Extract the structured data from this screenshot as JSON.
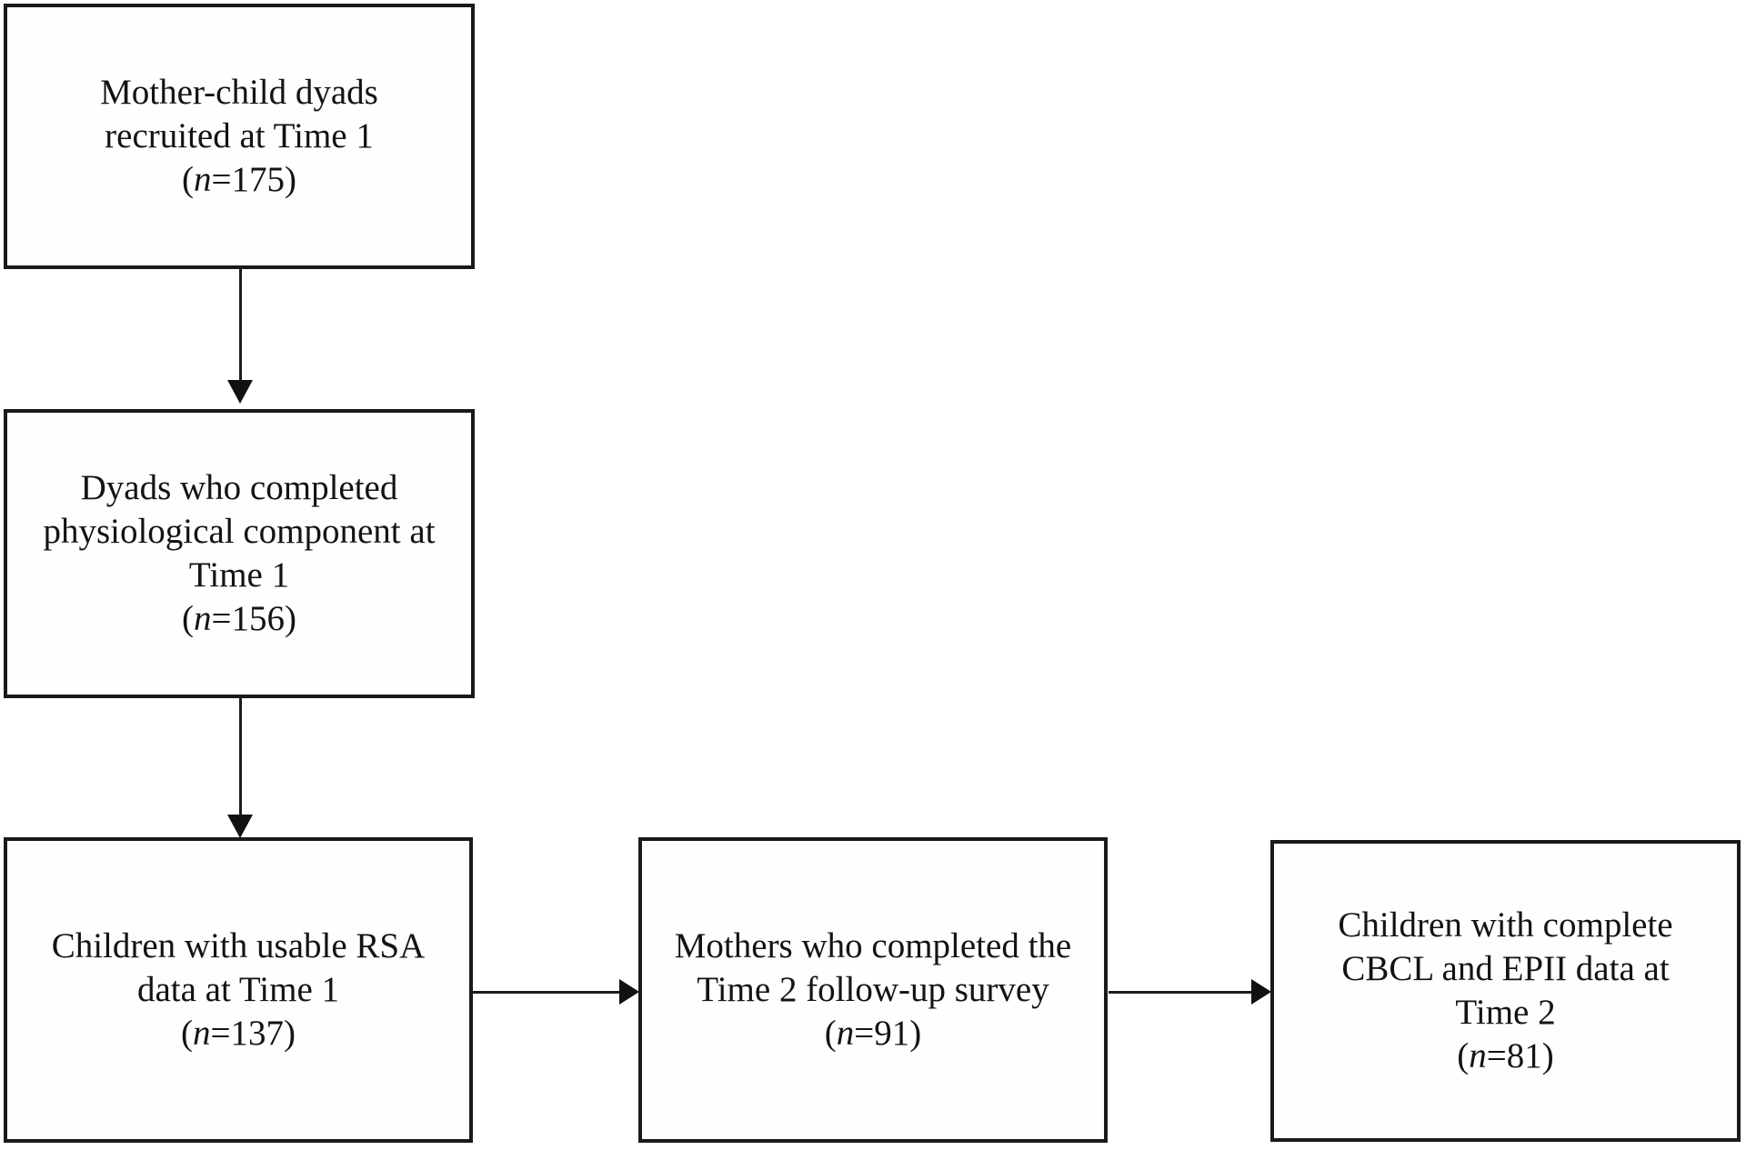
{
  "diagram": {
    "type": "participant-flow-chart",
    "colors": {
      "background": "#ffffff",
      "box_border": "#1a1a1a",
      "text": "#131313",
      "arrow": "#1c1c1c"
    },
    "nodes": [
      {
        "id": "recruited-time1",
        "lines": [
          "Mother-child dyads",
          "recruited at Time 1"
        ],
        "n_open": "(",
        "n_symbol": "n",
        "n_rest": "=175)",
        "n_value": 175
      },
      {
        "id": "physio-time1",
        "lines": [
          "Dyads who completed",
          "physiological component at",
          "Time 1"
        ],
        "n_open": "(",
        "n_symbol": "n",
        "n_rest": "=156)",
        "n_value": 156
      },
      {
        "id": "usable-rsa-time1",
        "lines": [
          "Children with usable RSA",
          "data at Time 1"
        ],
        "n_open": "(",
        "n_symbol": "n",
        "n_rest": "=137)",
        "n_value": 137
      },
      {
        "id": "survey-time2",
        "lines": [
          "Mothers who completed the",
          "Time 2 follow-up survey"
        ],
        "n_open": "(",
        "n_symbol": "n",
        "n_rest": "=91)",
        "n_value": 91
      },
      {
        "id": "cbcl-epii-time2",
        "lines": [
          "Children with complete",
          "CBCL and EPII data at",
          "Time 2"
        ],
        "n_open": "(",
        "n_symbol": "n",
        "n_rest": "=81)",
        "n_value": 81
      }
    ],
    "arrows": [
      {
        "from": "recruited-time1",
        "to": "physio-time1",
        "direction": "down"
      },
      {
        "from": "physio-time1",
        "to": "usable-rsa-time1",
        "direction": "down"
      },
      {
        "from": "usable-rsa-time1",
        "to": "survey-time2",
        "direction": "right"
      },
      {
        "from": "survey-time2",
        "to": "cbcl-epii-time2",
        "direction": "right"
      }
    ]
  }
}
